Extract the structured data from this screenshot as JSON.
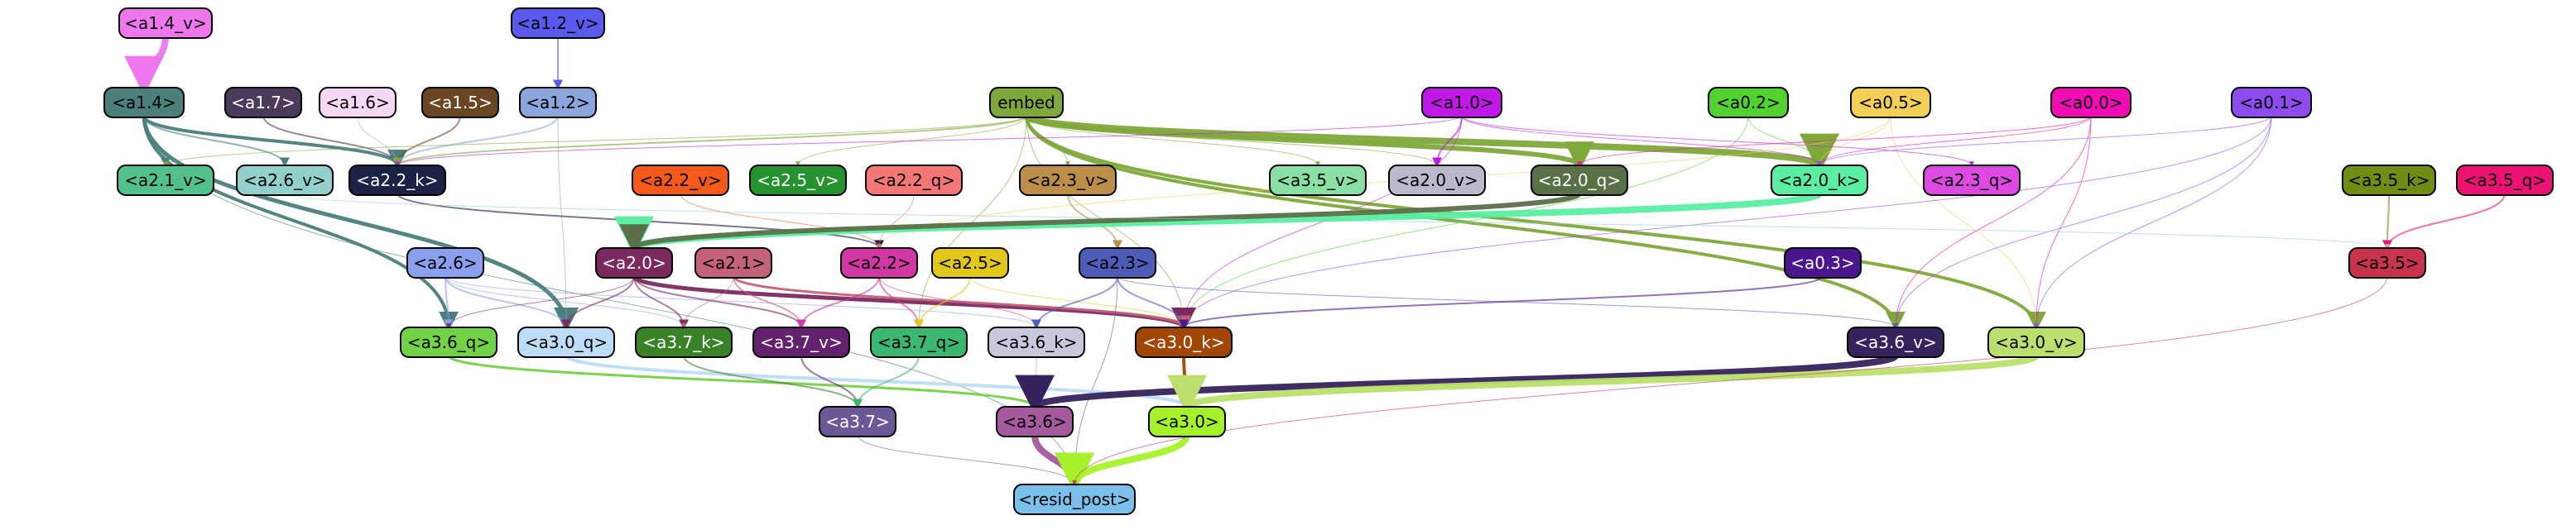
{
  "nodes": {
    "a1_4_v": {
      "label": "<a1.4_v>",
      "color": "#ee77ee"
    },
    "a1_2_v": {
      "label": "<a1.2_v>",
      "color": "#5a5aee"
    },
    "a1_4": {
      "label": "<a1.4>",
      "color": "#4a7f7c"
    },
    "a1_7": {
      "label": "<a1.7>",
      "color": "#4b3a5c"
    },
    "a1_6": {
      "label": "<a1.6>",
      "color": "#f4d8f4"
    },
    "a1_5": {
      "label": "<a1.5>",
      "color": "#6b4623"
    },
    "a1_2": {
      "label": "<a1.2>",
      "color": "#8ba6dc"
    },
    "embed": {
      "label": "embed",
      "color": "#7fa83a"
    },
    "a1_0": {
      "label": "<a1.0>",
      "color": "#c018e6"
    },
    "a0_2": {
      "label": "<a0.2>",
      "color": "#52d22e"
    },
    "a0_5": {
      "label": "<a0.5>",
      "color": "#f2d056"
    },
    "a0_0": {
      "label": "<a0.0>",
      "color": "#f20cb4"
    },
    "a0_1": {
      "label": "<a0.1>",
      "color": "#8e4cee"
    },
    "a2_1_v": {
      "label": "<a2.1_v>",
      "color": "#52c08a"
    },
    "a2_6_v": {
      "label": "<a2.6_v>",
      "color": "#92d0cc"
    },
    "a2_2_k": {
      "label": "<a2.2_k>",
      "color": "#1a2246"
    },
    "a2_2_v": {
      "label": "<a2.2_v>",
      "color": "#f55a1a"
    },
    "a2_5_v": {
      "label": "<a2.5_v>",
      "color": "#24922e"
    },
    "a2_2_q": {
      "label": "<a2.2_q>",
      "color": "#f57676"
    },
    "a2_3_v": {
      "label": "<a2.3_v>",
      "color": "#bb8f48"
    },
    "a3_5_v": {
      "label": "<a3.5_v>",
      "color": "#8ae0a4"
    },
    "a2_0_v": {
      "label": "<a2.0_v>",
      "color": "#bcb8cc"
    },
    "a2_0_q": {
      "label": "<a2.0_q>",
      "color": "#5a7048"
    },
    "a2_0_k": {
      "label": "<a2.0_k>",
      "color": "#5aeea2"
    },
    "a2_3_q": {
      "label": "<a2.3_q>",
      "color": "#dc4ae2"
    },
    "a3_5_k": {
      "label": "<a3.5_k>",
      "color": "#6f8e12"
    },
    "a3_5_q": {
      "label": "<a3.5_q>",
      "color": "#ec1274"
    },
    "a2_6": {
      "label": "<a2.6>",
      "color": "#8aa0ee"
    },
    "a2_0": {
      "label": "<a2.0>",
      "color": "#7b2a60"
    },
    "a2_1": {
      "label": "<a2.1>",
      "color": "#c46278"
    },
    "a2_2": {
      "label": "<a2.2>",
      "color": "#d238a4"
    },
    "a2_5": {
      "label": "<a2.5>",
      "color": "#e2c81a"
    },
    "a2_3": {
      "label": "<a2.3>",
      "color": "#4e5eb8"
    },
    "a0_3": {
      "label": "<a0.3>",
      "color": "#4a168e"
    },
    "a3_5": {
      "label": "<a3.5>",
      "color": "#c8344e"
    },
    "a3_6_q": {
      "label": "<a3.6_q>",
      "color": "#72d246"
    },
    "a3_0_q": {
      "label": "<a3.0_q>",
      "color": "#bcdcf8"
    },
    "a3_7_k": {
      "label": "<a3.7_k>",
      "color": "#3a8228"
    },
    "a3_7_v": {
      "label": "<a3.7_v>",
      "color": "#64226e"
    },
    "a3_7_q": {
      "label": "<a3.7_q>",
      "color": "#3ab870"
    },
    "a3_6_k": {
      "label": "<a3.6_k>",
      "color": "#c8c8dc"
    },
    "a3_0_k": {
      "label": "<a3.0_k>",
      "color": "#a24606"
    },
    "a3_6_v": {
      "label": "<a3.6_v>",
      "color": "#36225c"
    },
    "a3_0_v": {
      "label": "<a3.0_v>",
      "color": "#badf6c"
    },
    "a3_7": {
      "label": "<a3.7>",
      "color": "#6c5896"
    },
    "a3_6": {
      "label": "<a3.6>",
      "color": "#a45a9c"
    },
    "a3_0": {
      "label": "<a3.0>",
      "color": "#a6f22a"
    },
    "resid_post": {
      "label": "<resid_post>",
      "color": "#7ac0ea"
    }
  }
}
